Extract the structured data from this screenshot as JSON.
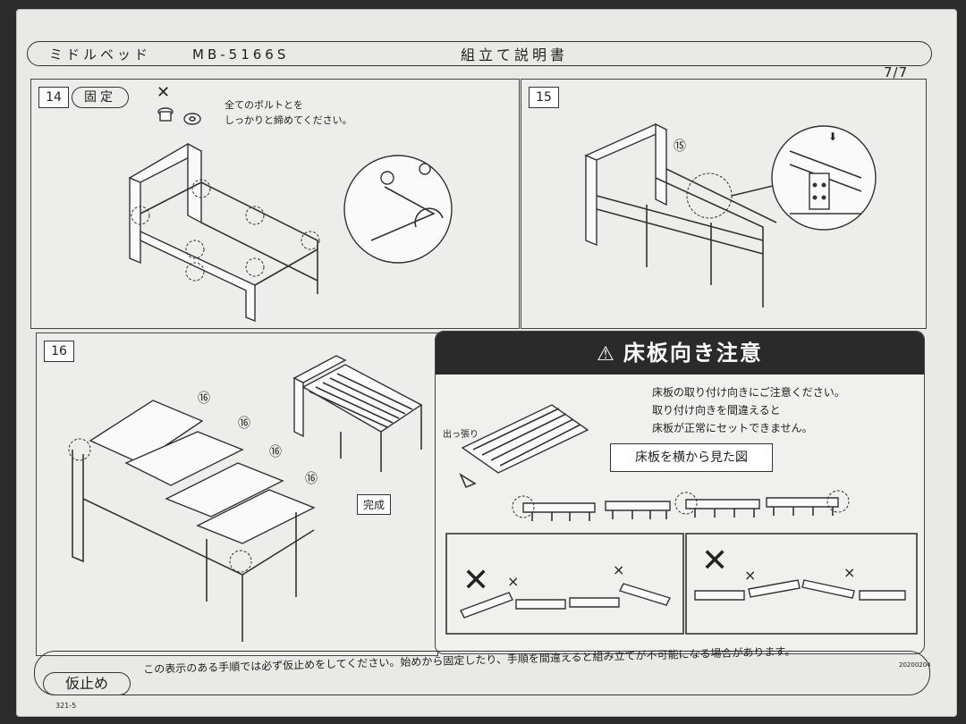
{
  "header": {
    "product_name": "ミドルベッド",
    "model": "MB-5166S",
    "doc_title": "組立て説明書",
    "page": "7/7"
  },
  "step14": {
    "number": "14",
    "badge": "固定",
    "note": "全てのボルトとを\nしっかりと締めてください。"
  },
  "step15": {
    "number": "15",
    "callout": "⑮"
  },
  "step16": {
    "number": "16",
    "callouts": [
      "⑯",
      "⑯",
      "⑯",
      "⑯"
    ],
    "done_label": "完成"
  },
  "warning": {
    "title": "床板向き注意",
    "text": "床板の取り付け向きにご注意ください。\n取り付け向きを間違えると\n床板が正常にセットできません。",
    "protrusion_label": "出っ張り",
    "floorboard_label": "床板",
    "side_view_caption": "床板を横から見た図"
  },
  "footer": {
    "badge": "仮止め",
    "text": "この表示のある手順では必ず仮止めをしてください。始めから固定したり、手順を間違えると組み立てが不可能になる場合があります。",
    "code_left": "321-5",
    "code_right": "20200204"
  }
}
